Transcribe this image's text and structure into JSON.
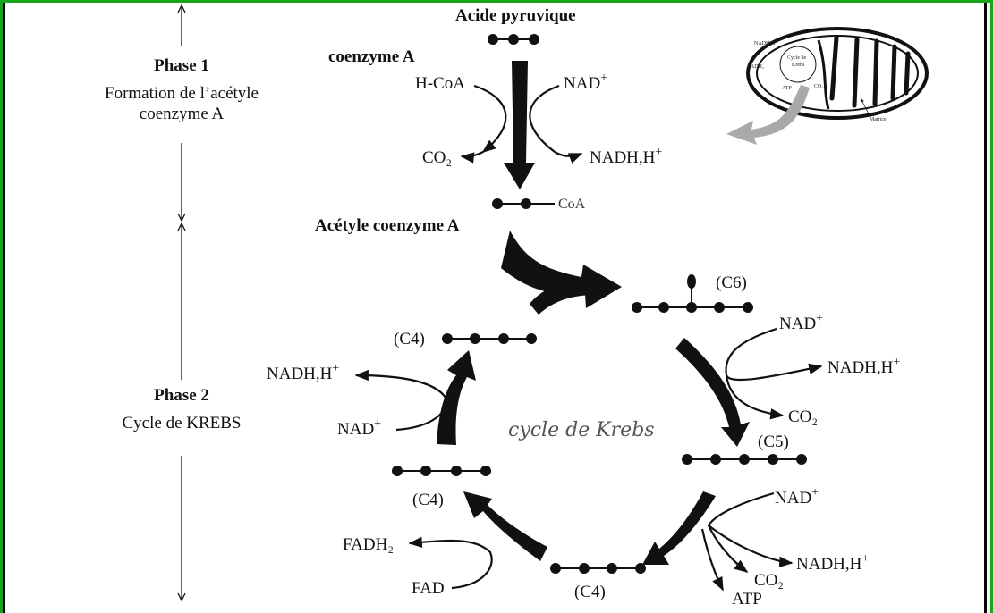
{
  "phase1": {
    "title": "Phase 1",
    "subtitle_line1": "Formation de l’acétyle",
    "subtitle_line2": "coenzyme A"
  },
  "phase2": {
    "title": "Phase 2",
    "subtitle": "Cycle de KREBS"
  },
  "molecules": {
    "pyruvic": "Acide pyruvique",
    "coenzyme_a": "coenzyme A",
    "acetyl_coa": "Acétyle coenzyme A",
    "coa_tag": "CoA",
    "c6": "(C6)",
    "c5": "(C5)",
    "c4_top": "(C4)",
    "c4_left": "(C4)",
    "c4_bottom": "(C4)"
  },
  "cofactors": {
    "hcoa": "H-CoA",
    "nad_1": "NAD",
    "co2_1": "CO₂",
    "nadh_1": "NADH,H",
    "nad_2": "NAD",
    "nadh_2": "NADH,H",
    "co2_2": "CO₂",
    "nad_3": "NAD",
    "nadh_3": "NADH,H",
    "co2_3": "CO₂",
    "atp": "ATP",
    "fadh2": "FADH₂",
    "fad": "FAD",
    "nadh_4": "NADH,H",
    "nad_4": "NAD",
    "plus": "+"
  },
  "cycle_label": "cycle de Krebs",
  "mito": {
    "nadh": "NADH,H",
    "fadh2": "FADH₂",
    "cycle": "Cycle de",
    "krebs": "Krebs",
    "atp": "ATP",
    "co2": "CO₂",
    "matrice": "Matrice"
  },
  "colors": {
    "border": "#1aa51a",
    "ink": "#111111",
    "grey_arrow": "#a9a9a9"
  }
}
